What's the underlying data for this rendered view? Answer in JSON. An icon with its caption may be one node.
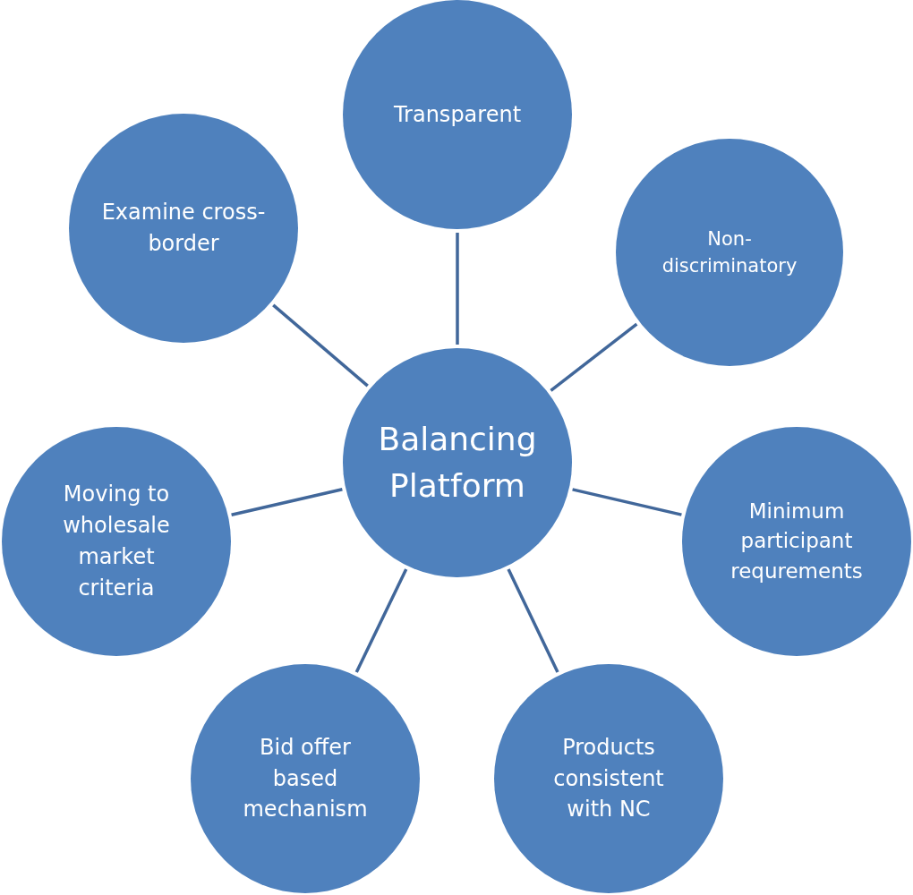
{
  "diagram": {
    "nodes": [
      {
        "text": [
          "Balancing Platform"
        ]
      },
      {
        "text": [
          "Transparent"
        ]
      },
      {
        "text": [
          "Non- discriminatory"
        ]
      },
      {
        "text": [
          "Minimum participant requrements"
        ]
      },
      {
        "text": [
          "Products consistent with NC"
        ]
      },
      {
        "text": [
          "Bid offer based mechanism"
        ]
      },
      {
        "text": [
          "Moving to wholesale market criteria"
        ]
      },
      {
        "text": [
          "Examine cross-border"
        ]
      }
    ],
    "edges": [
      {
        "from": 0,
        "to": 1,
        "arrow": "none"
      },
      {
        "from": 0,
        "to": 2,
        "arrow": "none"
      },
      {
        "from": 0,
        "to": 3,
        "arrow": "none"
      },
      {
        "from": 0,
        "to": 4,
        "arrow": "none"
      },
      {
        "from": 0,
        "to": 5,
        "arrow": "none"
      },
      {
        "from": 0,
        "to": 6,
        "arrow": "none"
      },
      {
        "from": 0,
        "to": 7,
        "arrow": "none"
      }
    ]
  }
}
